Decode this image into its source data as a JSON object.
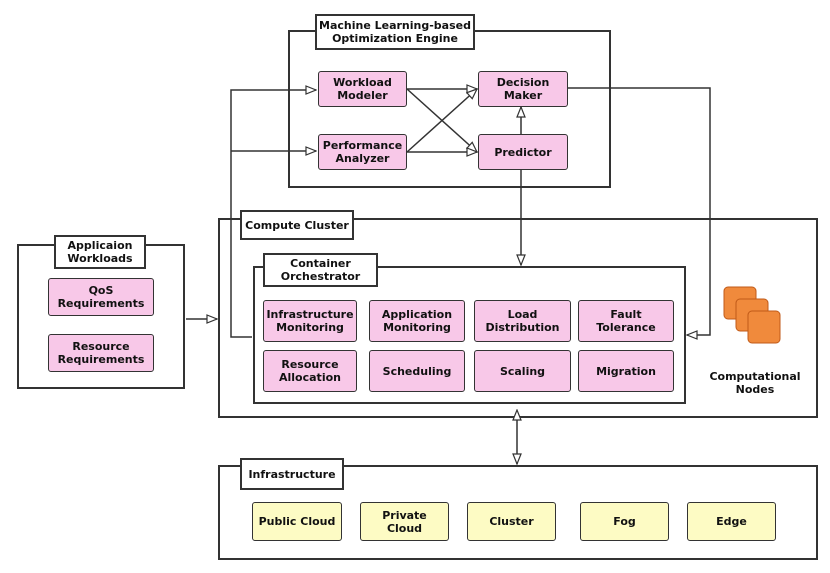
{
  "ml_engine": {
    "title": "Machine Learning-based\nOptimization Engine",
    "workload_modeler": "Workload\nModeler",
    "performance_analyzer": "Performance\nAnalyzer",
    "decision_maker": "Decision\nMaker",
    "predictor": "Predictor"
  },
  "workloads": {
    "title": "Applicaion\nWorkloads",
    "qos": "QoS\nRequirements",
    "resource": "Resource\nRequirements"
  },
  "cluster": {
    "title": "Compute Cluster",
    "nodes_label": "Computational\nNodes",
    "nodes_icon": "stacked-servers-icon",
    "node_color": "#f08a3c"
  },
  "orchestrator": {
    "title": "Container\nOrchestrator",
    "infra_monitoring": "Infrastructure\nMonitoring",
    "app_monitoring": "Application\nMonitoring",
    "load_distribution": "Load\nDistribution",
    "fault_tolerance": "Fault\nTolerance",
    "resource_allocation": "Resource\nAllocation",
    "scheduling": "Scheduling",
    "scaling": "Scaling",
    "migration": "Migration"
  },
  "infrastructure": {
    "title": "Infrastructure",
    "public_cloud": "Public Cloud",
    "private_cloud": "Private\nCloud",
    "cluster": "Cluster",
    "fog": "Fog",
    "edge": "Edge"
  },
  "colors": {
    "module_fill": "#f8c8e8",
    "infra_fill": "#fdfbc4",
    "line": "#333333"
  }
}
